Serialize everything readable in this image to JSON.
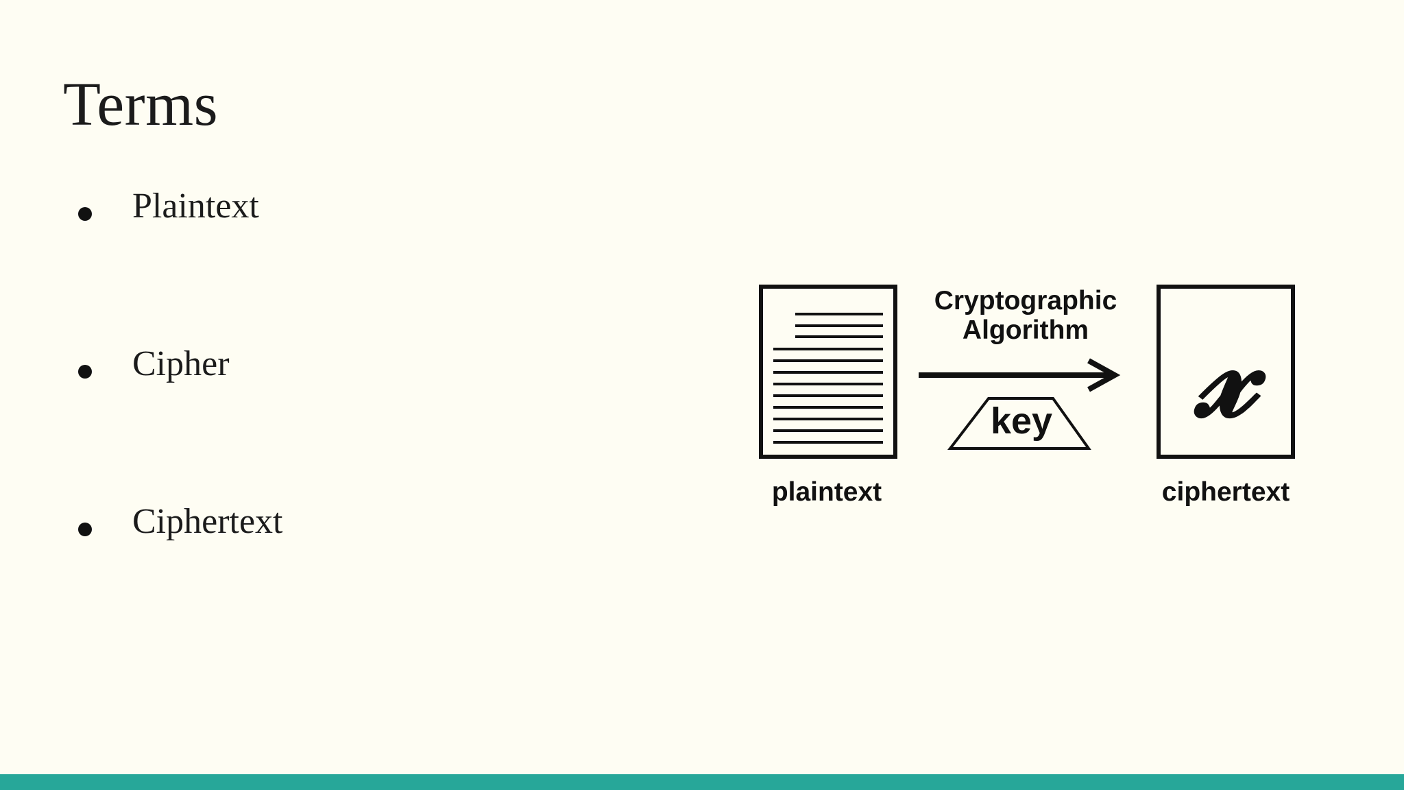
{
  "slide": {
    "title": "Terms",
    "bullets": [
      {
        "label": "Plaintext"
      },
      {
        "label": "Cipher"
      },
      {
        "label": "Ciphertext"
      }
    ]
  },
  "diagram": {
    "algorithm_line1": "Cryptographic",
    "algorithm_line2": "Algorithm",
    "key_label": "key",
    "plaintext_label": "plaintext",
    "ciphertext_label": "ciphertext",
    "cipher_symbol": "𝓍"
  },
  "colors": {
    "background": "#fefdf3",
    "accent_band": "#27a799",
    "text": "#1b1b1b"
  }
}
